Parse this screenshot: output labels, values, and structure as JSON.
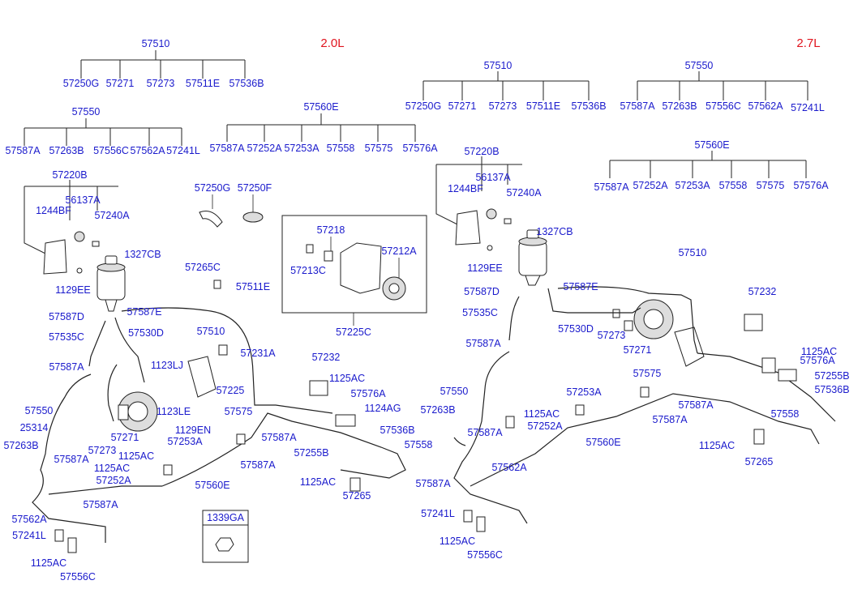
{
  "engines": {
    "left": "2.0L",
    "right": "2.7L"
  },
  "left_trees": [
    {
      "root": "57510",
      "children": [
        "57250G",
        "57271",
        "57273",
        "57511E",
        "57536B"
      ]
    },
    {
      "root": "57550",
      "children": [
        "57587A",
        "57263B",
        "57556C",
        "57562A",
        "57241L"
      ]
    },
    {
      "root": "57560E",
      "children": [
        "57587A",
        "57252A",
        "57253A",
        "57558",
        "57575",
        "57576A"
      ]
    },
    {
      "root": "57220B",
      "children": [
        "1244BF",
        "56137A",
        "57240A"
      ]
    }
  ],
  "right_trees": [
    {
      "root": "57510",
      "children": [
        "57250G",
        "57271",
        "57273",
        "57511E",
        "57536B"
      ]
    },
    {
      "root": "57550",
      "children": [
        "57587A",
        "57263B",
        "57556C",
        "57562A",
        "57241L"
      ]
    },
    {
      "root": "57560E",
      "children": [
        "57587A",
        "57252A",
        "57253A",
        "57558",
        "57575",
        "57576A"
      ]
    },
    {
      "root": "57220B",
      "children": [
        "1244BF",
        "56137A",
        "57240A"
      ]
    }
  ],
  "pump_kit_box": {
    "title": "57225C",
    "items": [
      "57218",
      "57213C",
      "57212A"
    ]
  },
  "legend_box": {
    "label": "1339GA"
  },
  "left_callouts": [
    "57250G",
    "57250F",
    "1327CB",
    "1129EE",
    "57265C",
    "57511E",
    "57587D",
    "57587E",
    "57535C",
    "57530D",
    "57510",
    "57231A",
    "57587A",
    "1123LJ",
    "57225",
    "1123LE",
    "57550",
    "25314",
    "57263B",
    "57271",
    "57273",
    "1129EN",
    "57253A",
    "1125AC",
    "57587A",
    "1125AC",
    "57252A",
    "57575",
    "57587A",
    "57587A",
    "57560E",
    "57232",
    "1125AC",
    "57576A",
    "1124AG",
    "57536B",
    "57558",
    "57255B",
    "1125AC",
    "57265",
    "57562A",
    "57587A",
    "57241L",
    "1125AC",
    "57556C"
  ],
  "right_callouts": [
    "1327CB",
    "1129EE",
    "57587D",
    "57587E",
    "57535C",
    "57530D",
    "57510",
    "57273",
    "57271",
    "57232",
    "1125AC",
    "57576A",
    "57255B",
    "57536B",
    "57587A",
    "57575",
    "57587A",
    "57587A",
    "57550",
    "57263B",
    "1125AC",
    "57252A",
    "57253A",
    "57560E",
    "57558",
    "57587A",
    "57562A",
    "57587A",
    "1125AC",
    "57265",
    "57241L",
    "1125AC",
    "57556C"
  ]
}
